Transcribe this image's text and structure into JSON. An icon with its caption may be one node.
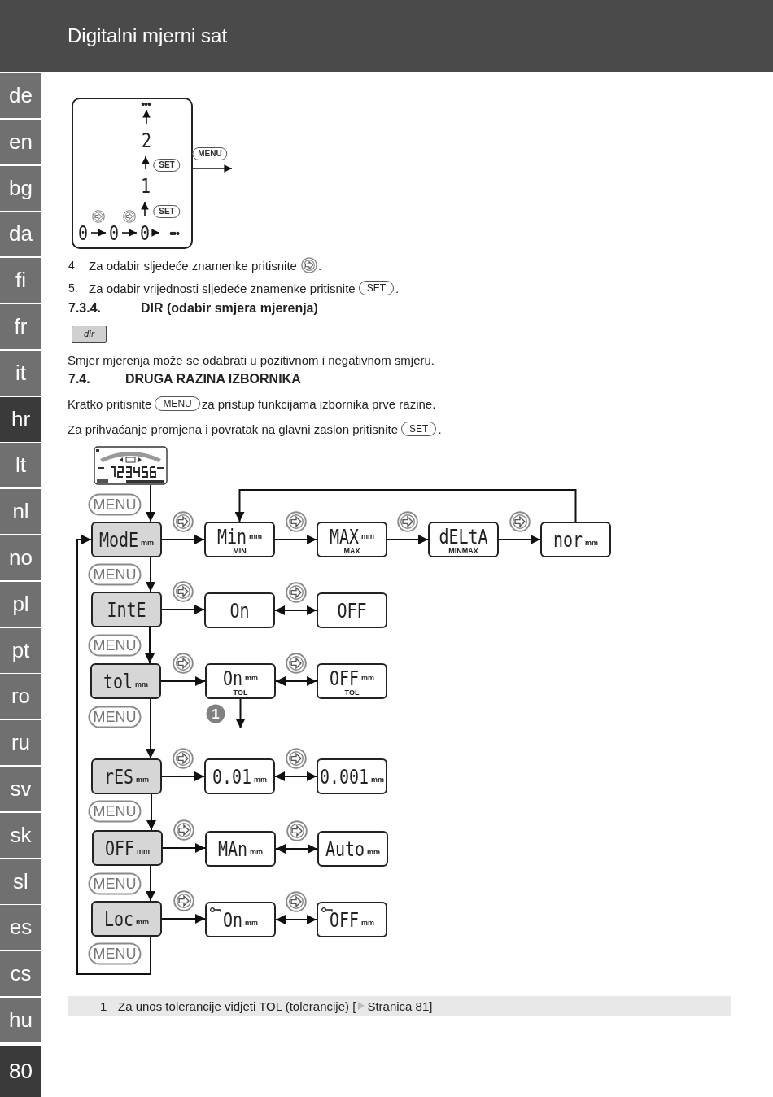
{
  "diagram": {
    "title": "Digitalni mjerni sat",
    "nodes": [
      {
        "text": [],
        "shape": "box"
      },
      {
        "text": [
          "•••"
        ],
        "in": 0
      },
      {
        "text": [
          "2"
        ],
        "in": 0
      },
      {
        "text": [
          "1"
        ],
        "in": 0
      },
      {
        "text": [
          "0"
        ],
        "in": 0
      },
      {
        "text": [
          "0"
        ],
        "in": 0
      },
      {
        "text": [
          "0"
        ],
        "in": 0
      },
      {
        "text": [
          "•••"
        ],
        "in": 0
      },
      {
        "text": [
          "dir"
        ]
      },
      {
        "text": [],
        "shape": "picture"
      },
      {
        "text": [
          "ModE",
          "mm"
        ]
      },
      {
        "text": [
          "Min",
          "mm",
          "MIN"
        ]
      },
      {
        "text": [
          "MAX",
          "mm",
          "MAX"
        ]
      },
      {
        "text": [
          "dELtA",
          "MINMAX"
        ]
      },
      {
        "text": [
          "nor",
          "mm"
        ]
      },
      {
        "text": [
          "IntE"
        ]
      },
      {
        "text": [
          "On"
        ]
      },
      {
        "text": [
          "OFF"
        ]
      },
      {
        "text": [
          "tol",
          "mm"
        ]
      },
      {
        "text": [
          "On",
          "mm",
          "TOL"
        ]
      },
      {
        "text": [
          "OFF",
          "mm",
          "TOL"
        ]
      },
      {
        "text": [
          "rES",
          "mm"
        ]
      },
      {
        "text": [
          "0.01",
          "mm"
        ]
      },
      {
        "text": [
          "0.001",
          "mm"
        ]
      },
      {
        "text": [
          "OFF",
          "mm"
        ]
      },
      {
        "text": [
          "MAn",
          "mm"
        ]
      },
      {
        "text": [
          "Auto",
          "mm"
        ]
      },
      {
        "text": [
          "Loc",
          "mm"
        ]
      },
      {
        "text": [
          "On",
          "mm"
        ]
      },
      {
        "text": [
          "OFF",
          "mm"
        ]
      }
    ],
    "edges": [
      {
        "from": 4,
        "to": 5,
        "arrow": "to"
      },
      {
        "from": 5,
        "to": 6,
        "arrow": "to"
      },
      {
        "from": 6,
        "to": 7,
        "arrow": "to"
      },
      {
        "from": 6,
        "to": 3,
        "arrow": "to",
        "label": "SET"
      },
      {
        "from": 3,
        "to": 2,
        "arrow": "to",
        "label": "SET"
      },
      {
        "from": 2,
        "to": 1,
        "arrow": "to"
      },
      {
        "from": 0,
        "to": null,
        "arrow": "to",
        "label": "MENU"
      },
      {
        "from": 9,
        "to": 10,
        "arrow": "to",
        "label": "MENU"
      },
      {
        "from": 10,
        "to": 15,
        "arrow": "to",
        "label": "MENU"
      },
      {
        "from": 15,
        "to": 18,
        "arrow": "to",
        "label": "MENU"
      },
      {
        "from": 18,
        "to": 21,
        "arrow": "to",
        "label": "MENU"
      },
      {
        "from": 21,
        "to": 24,
        "arrow": "to",
        "label": "MENU"
      },
      {
        "from": 24,
        "to": 27,
        "arrow": "to",
        "label": "MENU"
      },
      {
        "from": 27,
        "to": 10,
        "arrow": "to",
        "label": "MENU"
      },
      {
        "from": 10,
        "to": 11,
        "arrow": "to"
      },
      {
        "from": 11,
        "to": 12,
        "arrow": "to"
      },
      {
        "from": 12,
        "to": 13,
        "arrow": "to"
      },
      {
        "from": 13,
        "to": 14,
        "arrow": "to"
      },
      {
        "from": 14,
        "to": 11,
        "arrow": "to"
      },
      {
        "from": 15,
        "to": 16,
        "arrow": "to"
      },
      {
        "from": 16,
        "to": 17,
        "arrow": "both"
      },
      {
        "from": 18,
        "to": 19,
        "arrow": "to"
      },
      {
        "from": 19,
        "to": 20,
        "arrow": "both"
      },
      {
        "from": 19,
        "to": null,
        "arrow": "to",
        "label": "1"
      },
      {
        "from": 21,
        "to": 22,
        "arrow": "to"
      },
      {
        "from": 22,
        "to": 23,
        "arrow": "both"
      },
      {
        "from": 24,
        "to": 25,
        "arrow": "to"
      },
      {
        "from": 25,
        "to": 26,
        "arrow": "both"
      },
      {
        "from": 27,
        "to": 28,
        "arrow": "to"
      },
      {
        "from": 28,
        "to": 29,
        "arrow": "both"
      }
    ],
    "labels": [
      "de",
      "en",
      "bg",
      "da",
      "fi",
      "fr",
      "it",
      "hr",
      "lt",
      "nl",
      "no",
      "pl",
      "pt",
      "ro",
      "ru",
      "sv",
      "sk",
      "sl",
      "es",
      "cs",
      "hu",
      "4.",
      "Za odabir sljedeće znamenke pritisnite",
      ".",
      "5.",
      "Za odabir vrijednosti sljedeće znamenke pritisnite",
      "SET",
      ".",
      "7.3.4.",
      "DIR (odabir smjera mjerenja)",
      "Smjer mjerenja može se odabrati u pozitivnom i negativnom smjeru.",
      "7.4.",
      "DRUGA RAZINA IZBORNIKA",
      "Kratko pritisnite",
      "MENU",
      "za pristup funkcijama izbornika prve razine.",
      "Za prihvaćanje promjena i povratak na glavni zaslon pritisnite",
      "SET",
      ".",
      "1",
      "Za unos tolerancije vidjeti TOL (tolerancije) [",
      "Stranica 81]",
      "80"
    ]
  }
}
